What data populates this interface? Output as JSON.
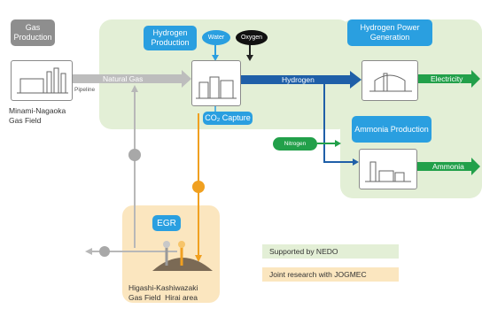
{
  "labels": {
    "gas_production": "Gas Production",
    "hydrogen_production": "Hydrogen Production",
    "water": "Water",
    "oxygen": "Oxygen",
    "hydrogen_power_generation": "Hydrogen Power Generation",
    "ammonia_production": "Ammonia Production",
    "co2_capture": "CO₂ Capture",
    "egr": "EGR",
    "nitrogen": "Nitrogen"
  },
  "flows": {
    "natural_gas": "Natural Gas",
    "pipeline": "Pipeline",
    "hydrogen": "Hydrogen",
    "electricity": "Electricity",
    "ammonia": "Ammonia"
  },
  "captions": {
    "field_left_line1": "Minami-Nagaoka",
    "field_left_line2": "Gas Field",
    "field_bottom_line1": "Higashi-Kashiwazaki",
    "field_bottom_line2a": "Gas Field",
    "field_bottom_line2b": "Hirai area"
  },
  "legend": {
    "nedo": "Supported by NEDO",
    "jogmec": "Joint research with JOGMEC"
  },
  "colors": {
    "zone_green": "#e3efd6",
    "zone_orange": "#fbe6bf",
    "label_blue": "#2a9fe0",
    "hydrogen_blue": "#1f5fa8",
    "output_green": "#22a04a",
    "co2_orange": "#f0a020",
    "gas_gray": "#bdbdbd"
  }
}
